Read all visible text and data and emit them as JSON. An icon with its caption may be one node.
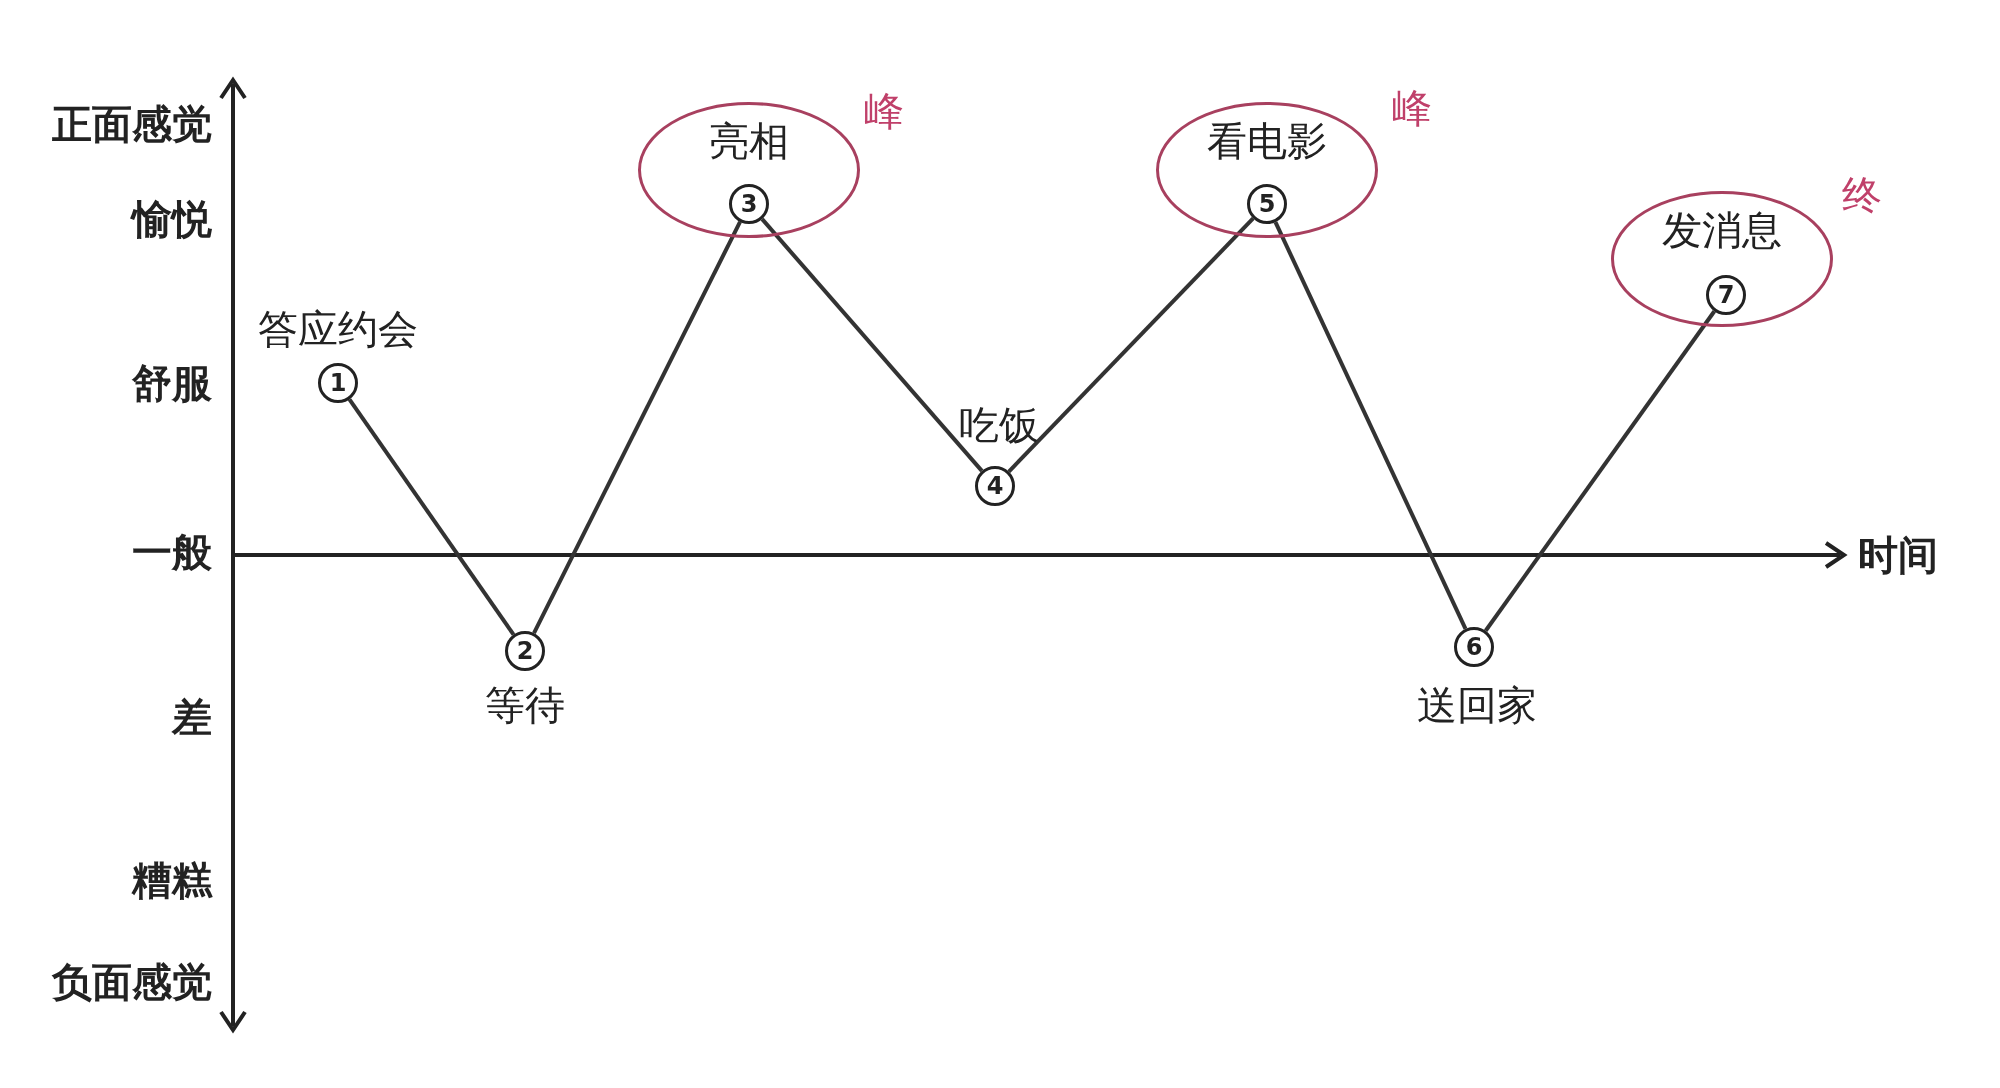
{
  "diagram": {
    "nodes": [
      {
        "text": [
          "1"
        ],
        "beside": [
          "答应约会"
        ]
      },
      {
        "text": [
          "2"
        ],
        "beside": [
          "等待"
        ]
      },
      {
        "text": [
          "亮相"
        ],
        "beside": [
          "峰"
        ]
      },
      {
        "text": [
          "3"
        ],
        "in": 2
      },
      {
        "text": [
          "4"
        ],
        "beside": [
          "吃饭"
        ]
      },
      {
        "text": [
          "看电影"
        ],
        "beside": [
          "峰"
        ]
      },
      {
        "text": [
          "5"
        ],
        "in": 5
      },
      {
        "text": [
          "6"
        ],
        "beside": [
          "送回家"
        ]
      },
      {
        "text": [
          "发消息"
        ],
        "beside": [
          "终"
        ]
      },
      {
        "text": [
          "7"
        ],
        "in": 8
      }
    ],
    "edges": [
      {
        "from": 0,
        "to": 1,
        "arrow": "none"
      },
      {
        "from": 1,
        "to": 3,
        "arrow": "none"
      },
      {
        "from": 3,
        "to": 4,
        "arrow": "none"
      },
      {
        "from": 4,
        "to": 6,
        "arrow": "none"
      },
      {
        "from": 6,
        "to": 7,
        "arrow": "none"
      },
      {
        "from": 7,
        "to": 9,
        "arrow": "none"
      }
    ],
    "labels": [
      "正面感觉",
      "愉悦",
      "舒服",
      "一般",
      "差",
      "糟糕",
      "负面感觉",
      "时间"
    ]
  }
}
